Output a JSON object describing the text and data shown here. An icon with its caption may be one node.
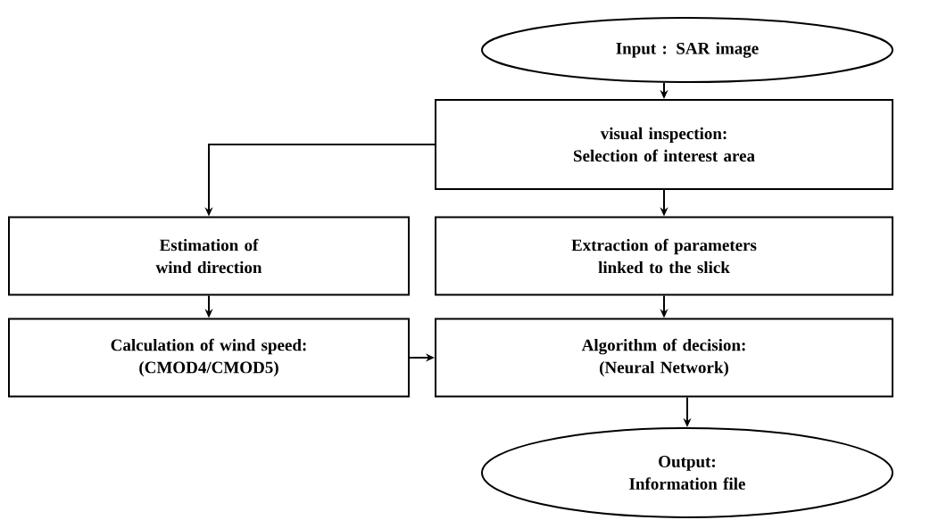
{
  "diagram": {
    "nodes": [
      {
        "text": [
          "Input : SAR image"
        ]
      },
      {
        "text": [
          "visual inspection: Selection of interest area"
        ]
      },
      {
        "text": [
          "Estimation of wind direction"
        ]
      },
      {
        "text": [
          "Extraction of parameters linked to the slick"
        ]
      },
      {
        "text": [
          "Calculation of wind speed: (CMOD4/CMOD5)"
        ]
      },
      {
        "text": [
          "Algorithm of decision: (Neural Network)"
        ]
      },
      {
        "text": [
          "Output: Information file"
        ]
      }
    ],
    "edges": [
      {
        "from": 0,
        "to": 1,
        "arrow": "to"
      },
      {
        "from": 1,
        "to": 2,
        "arrow": "to"
      },
      {
        "from": 1,
        "to": 3,
        "arrow": "to"
      },
      {
        "from": 2,
        "to": 4,
        "arrow": "to"
      },
      {
        "from": 3,
        "to": 5,
        "arrow": "to"
      },
      {
        "from": 4,
        "to": 5,
        "arrow": "to"
      },
      {
        "from": 5,
        "to": 6,
        "arrow": "to"
      }
    ]
  }
}
